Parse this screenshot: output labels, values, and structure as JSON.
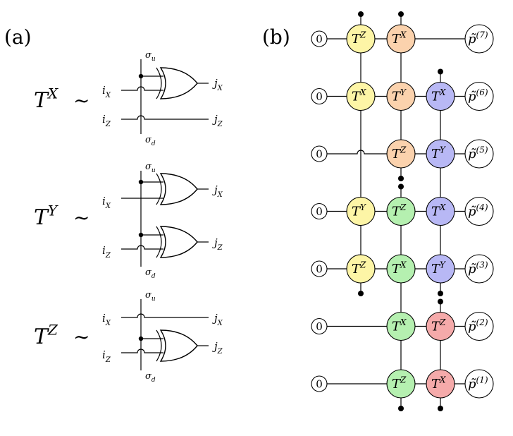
{
  "panel_a": {
    "label": "(a)",
    "rows": [
      {
        "lhs_base": "T",
        "lhs_sup": "X",
        "sim": "∼",
        "su": "σ",
        "su_sub": "u",
        "sd": "σ",
        "sd_sub": "d",
        "ix": "i",
        "ix_sub": "X",
        "iz": "i",
        "iz_sub": "Z",
        "jx": "j",
        "jx_sub": "X",
        "jz": "j",
        "jz_sub": "Z"
      },
      {
        "lhs_base": "T",
        "lhs_sup": "Y",
        "sim": "∼",
        "su": "σ",
        "su_sub": "u",
        "sd": "σ",
        "sd_sub": "d",
        "ix": "i",
        "ix_sub": "X",
        "iz": "i",
        "iz_sub": "Z",
        "jx": "j",
        "jx_sub": "X",
        "jz": "j",
        "jz_sub": "Z"
      },
      {
        "lhs_base": "T",
        "lhs_sup": "Z",
        "sim": "∼",
        "su": "σ",
        "su_sub": "u",
        "sd": "σ",
        "sd_sub": "d",
        "ix": "i",
        "ix_sub": "X",
        "iz": "i",
        "iz_sub": "Z",
        "jx": "j",
        "jx_sub": "X",
        "jz": "j",
        "jz_sub": "Z"
      }
    ]
  },
  "panel_b": {
    "label": "(b)",
    "zero": "0",
    "rows": [
      {
        "out_base": "p̃",
        "out_sup": "(7)"
      },
      {
        "out_base": "p̃",
        "out_sup": "(6)"
      },
      {
        "out_base": "p̃",
        "out_sup": "(5)"
      },
      {
        "out_base": "p̃",
        "out_sup": "(4)"
      },
      {
        "out_base": "p̃",
        "out_sup": "(3)"
      },
      {
        "out_base": "p̃",
        "out_sup": "(2)"
      },
      {
        "out_base": "p̃",
        "out_sup": "(1)"
      }
    ],
    "nodes": [
      {
        "row": 0,
        "col": 0,
        "base": "T",
        "sup": "Z",
        "color": "#fdf5a6"
      },
      {
        "row": 0,
        "col": 1,
        "base": "T",
        "sup": "X",
        "color": "#fbd2ad"
      },
      {
        "row": 1,
        "col": 0,
        "base": "T",
        "sup": "X",
        "color": "#fdf5a6"
      },
      {
        "row": 1,
        "col": 1,
        "base": "T",
        "sup": "Y",
        "color": "#fbd2ad"
      },
      {
        "row": 1,
        "col": 2,
        "base": "T",
        "sup": "X",
        "color": "#b8b8f5"
      },
      {
        "row": 2,
        "col": 1,
        "base": "T",
        "sup": "Z",
        "color": "#fbd2ad"
      },
      {
        "row": 2,
        "col": 2,
        "base": "T",
        "sup": "Y",
        "color": "#b8b8f5"
      },
      {
        "row": 3,
        "col": 0,
        "base": "T",
        "sup": "Y",
        "color": "#fdf5a6"
      },
      {
        "row": 3,
        "col": 1,
        "base": "T",
        "sup": "Z",
        "color": "#b5f0b0"
      },
      {
        "row": 3,
        "col": 2,
        "base": "T",
        "sup": "X",
        "color": "#b8b8f5"
      },
      {
        "row": 4,
        "col": 0,
        "base": "T",
        "sup": "Z",
        "color": "#fdf5a6"
      },
      {
        "row": 4,
        "col": 1,
        "base": "T",
        "sup": "X",
        "color": "#b5f0b0"
      },
      {
        "row": 4,
        "col": 2,
        "base": "T",
        "sup": "Y",
        "color": "#b8b8f5"
      },
      {
        "row": 5,
        "col": 1,
        "base": "T",
        "sup": "X",
        "color": "#b5f0b0"
      },
      {
        "row": 5,
        "col": 2,
        "base": "T",
        "sup": "Z",
        "color": "#f5aaaa"
      },
      {
        "row": 6,
        "col": 1,
        "base": "T",
        "sup": "Z",
        "color": "#b5f0b0"
      },
      {
        "row": 6,
        "col": 2,
        "base": "T",
        "sup": "X",
        "color": "#f5aaaa"
      }
    ]
  }
}
